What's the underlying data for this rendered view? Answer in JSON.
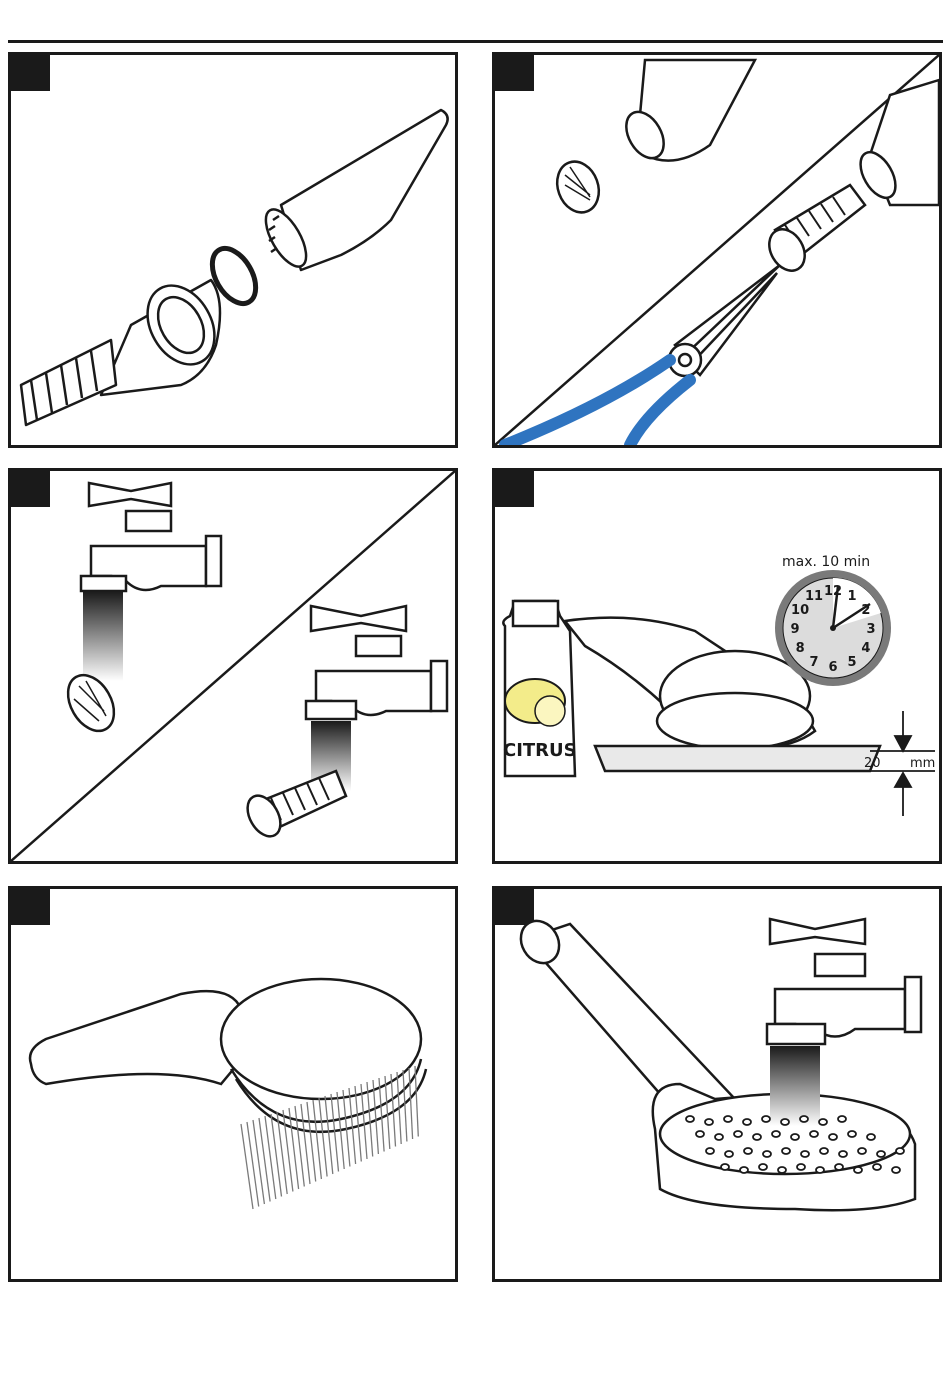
{
  "panels": [
    {
      "id": "step-1"
    },
    {
      "id": "step-2"
    },
    {
      "id": "step-3"
    },
    {
      "id": "step-4",
      "bottle_label": "CITRUS",
      "timer_label": "max. 10 min",
      "clock_numbers": [
        "12",
        "1",
        "2",
        "3",
        "4",
        "5",
        "6",
        "7",
        "8",
        "9",
        "10",
        "11"
      ],
      "depth_value": "20",
      "depth_unit": "mm"
    },
    {
      "id": "step-5"
    },
    {
      "id": "step-6"
    }
  ],
  "colors": {
    "ink": "#1a1a1a",
    "plier_handle": "#2f74c0",
    "lemon": "#f3ec8a",
    "clock_face": "#dcdcdc",
    "water": "#e9e9e9"
  }
}
